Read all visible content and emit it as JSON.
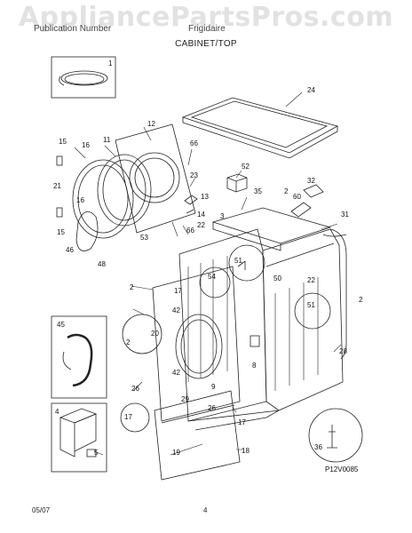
{
  "watermark": "AppliancePartsPros.com",
  "header_left": "Publication Number",
  "header_right": "Frigidaire",
  "title": "CABINET/TOP",
  "footer_date": "05/07",
  "footer_page": "4",
  "diagram_code": "P12V0085",
  "callouts": [
    "1",
    "24",
    "12",
    "66",
    "16",
    "11",
    "15",
    "52",
    "23",
    "32",
    "21",
    "13",
    "35",
    "2",
    "60",
    "14",
    "66",
    "31",
    "22",
    "3",
    "16",
    "53",
    "15",
    "46",
    "48",
    "51",
    "50",
    "54",
    "22",
    "17",
    "42",
    "51",
    "28",
    "45",
    "20",
    "2",
    "2",
    "42",
    "2",
    "8",
    "26",
    "29",
    "26",
    "9",
    "17",
    "4",
    "17",
    "36",
    "5",
    "18",
    "19"
  ]
}
